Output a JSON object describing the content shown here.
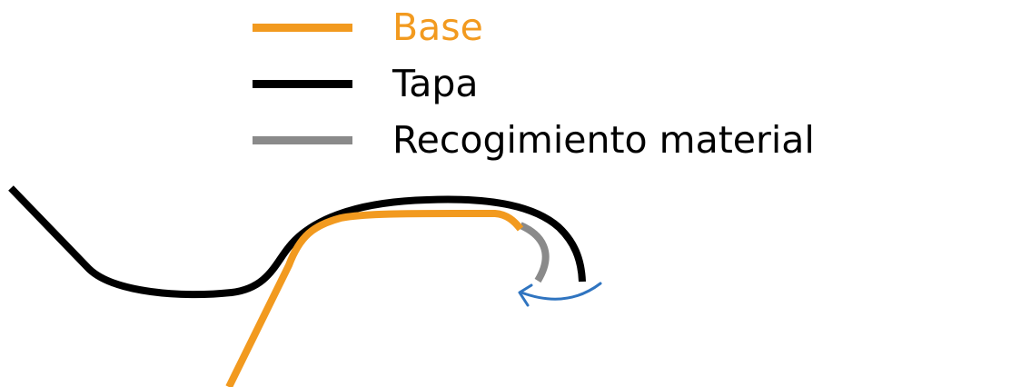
{
  "legend": {
    "items": [
      {
        "label": "Base",
        "color": "#F29A1F",
        "text_color": "#F29A1F"
      },
      {
        "label": "Tapa",
        "color": "#000000",
        "text_color": "#000000"
      },
      {
        "label": "Recogimiento material",
        "color": "#8A8A8A",
        "text_color": "#000000"
      }
    ]
  },
  "arrow": {
    "color": "#2F74C0"
  }
}
